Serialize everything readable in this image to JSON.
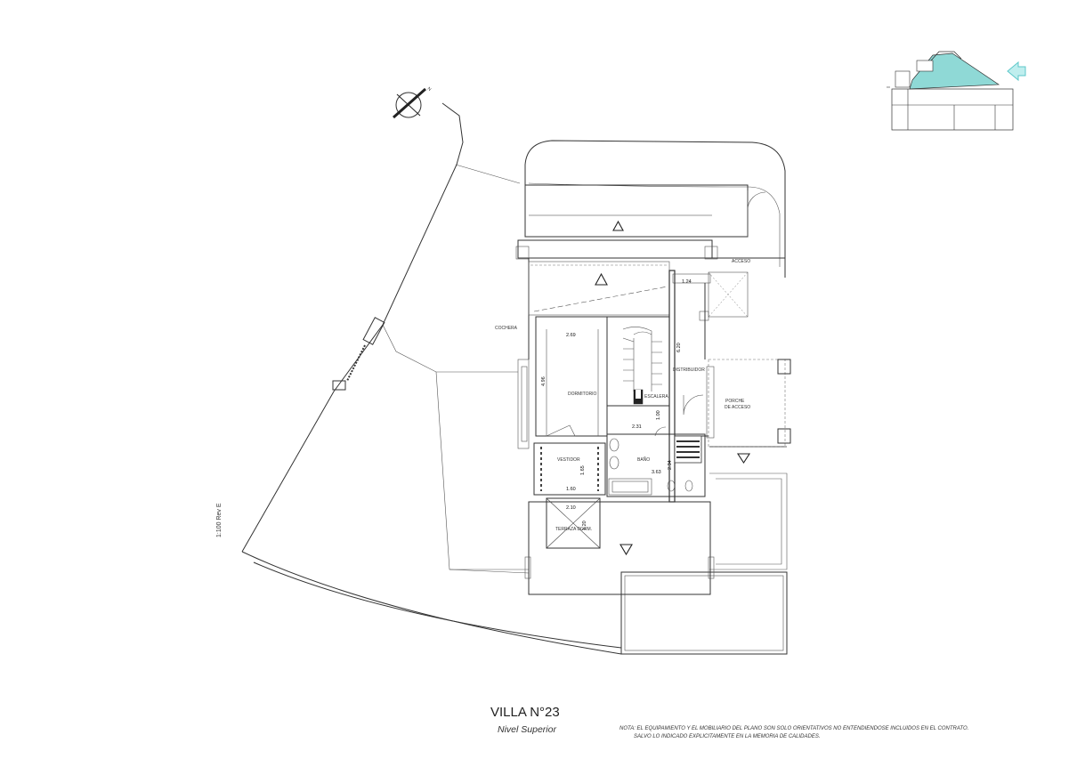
{
  "drawing": {
    "title": "VILLA N°23",
    "subtitle": "Nivel Superior",
    "scale": "1:100  Rev E",
    "north_label": "N",
    "note_line1": "NOTA: EL EQUIPAMIENTO Y EL MOBILIARIO DEL PLANO SON SOLO ORIENTATIVOS NO ENTENDIENDOSE INCLUIDOS EN EL CONTRATO.",
    "note_line2": "SALVO LO INDICADO EXPLICITAMENTE EN LA MEMORIA DE CALIDADES."
  },
  "rooms": {
    "acceso": "ACCESO",
    "cochera": "COCHERA",
    "dormitorio": "DORMITORIO",
    "escalera": "ESCALERA",
    "distribuidor": "DISTRIBUIDOR",
    "porche_line1": "PORCHE",
    "porche_line2": "DE ACCESO",
    "vestidor": "VESTIDOR",
    "bano": "BAÑO",
    "terraza": "TERRAZA DORM."
  },
  "dimensions": {
    "d_124": "1.24",
    "d_620": "6.20",
    "d_269": "2.69",
    "d_496": "4.96",
    "d_231": "2.31",
    "d_100": "1.00",
    "d_234": "2.34",
    "d_363": "3.63",
    "d_165": "1.65",
    "d_160": "1.60",
    "d_210": "2.10",
    "d_120": "1.20"
  },
  "colors": {
    "line": "#333333",
    "key_highlight": "#8fd9d6",
    "key_arrow": "#5cc7c9"
  }
}
